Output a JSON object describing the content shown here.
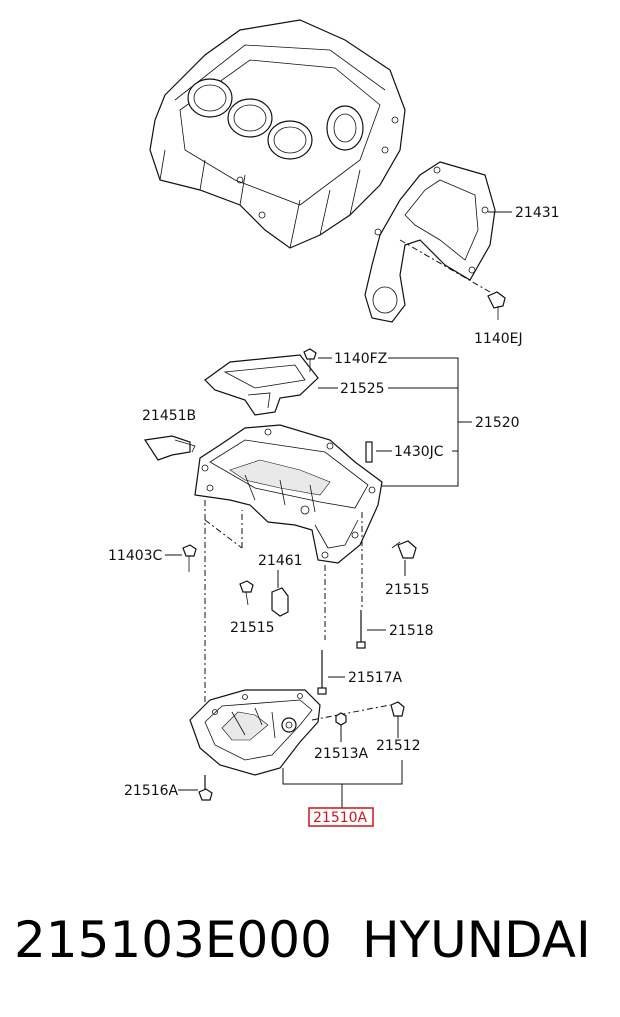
{
  "callouts": {
    "c21431": "21431",
    "c1140EJ": "1140EJ",
    "c1140FZ": "1140FZ",
    "c21525": "21525",
    "c21520": "21520",
    "c21451B": "21451B",
    "c1430JC": "1430JC",
    "c11403C": "11403C",
    "c21461": "21461",
    "c21515a": "21515",
    "c21515b": "21515",
    "c21518": "21518",
    "c21517A": "21517A",
    "c21513A": "21513A",
    "c21512": "21512",
    "c21516A": "21516A",
    "c21510A": "21510A"
  },
  "highlight_color": "#d0141b",
  "footer": {
    "part_number": "215103E000",
    "brand": "HYUNDAI"
  }
}
